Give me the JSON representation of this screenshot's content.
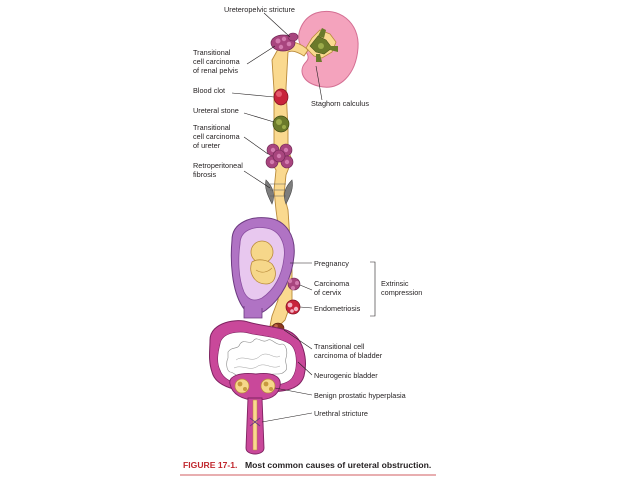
{
  "labels": {
    "ureteropelvic_stricture": "Ureteropelvic stricture",
    "tcc_renal_pelvis": [
      "Transitional",
      "cell carcinoma",
      "of renal pelvis"
    ],
    "blood_clot": "Blood clot",
    "staghorn_calculus": "Staghorn calculus",
    "ureteral_stone": "Ureteral stone",
    "tcc_ureter": [
      "Transitional",
      "cell carcinoma",
      "of ureter"
    ],
    "retroperitoneal_fibrosis": [
      "Retroperitoneal",
      "fibrosis"
    ],
    "pregnancy": "Pregnancy",
    "carcinoma_cervix": [
      "Carcinoma",
      "of cervix"
    ],
    "endometriosis": "Endometriosis",
    "extrinsic_compression": [
      "Extrinsic",
      "compression"
    ],
    "tcc_bladder": [
      "Transitional cell",
      "carcinoma of bladder"
    ],
    "neurogenic_bladder": "Neurogenic bladder",
    "bph": "Benign prostatic hyperplasia",
    "urethral_stricture": "Urethral stricture"
  },
  "caption": {
    "label": "FIGURE 17-1.",
    "text": "Most common causes of ureteral obstruction."
  },
  "colors": {
    "kidney": "#f4a3bd",
    "kidney_dark": "#e7799c",
    "ureter": "#fad98f",
    "ureter_outline": "#b98a3a",
    "tumor": "#a8457e",
    "clot": "#c8233b",
    "stone": "#6b7a2a",
    "fibrosis": "#7d7d7d",
    "uterus": "#b073c4",
    "bladder": "#c9489a",
    "caption_red": "#c0272d"
  }
}
